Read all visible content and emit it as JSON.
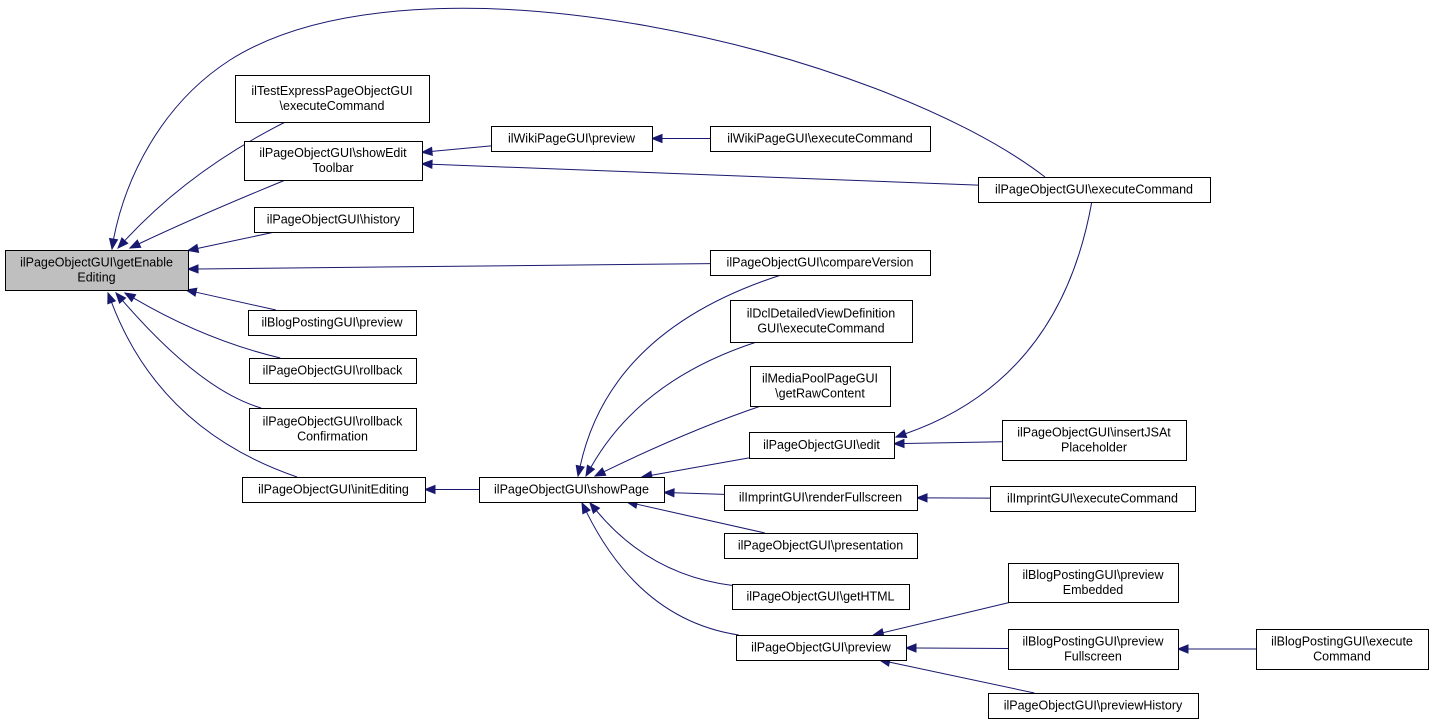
{
  "colors": {
    "edge": "#191970",
    "root_fill": "#bfbfbf",
    "node_fill": "#ffffff",
    "border": "#000000"
  },
  "nodes": [
    {
      "id": "root",
      "lines": [
        "ilPageObjectGUI\\getEnable",
        "Editing"
      ],
      "root": true
    },
    {
      "id": "testexp",
      "lines": [
        "ilTestExpressPageObjectGUI",
        "\\executeCommand"
      ]
    },
    {
      "id": "showedit",
      "lines": [
        "ilPageObjectGUI\\showEdit",
        "Toolbar"
      ]
    },
    {
      "id": "history",
      "lines": [
        "ilPageObjectGUI\\history"
      ]
    },
    {
      "id": "blogprev",
      "lines": [
        "ilBlogPostingGUI\\preview"
      ]
    },
    {
      "id": "rollback",
      "lines": [
        "ilPageObjectGUI\\rollback"
      ]
    },
    {
      "id": "rollbackconf",
      "lines": [
        "ilPageObjectGUI\\rollback",
        "Confirmation"
      ]
    },
    {
      "id": "initedit",
      "lines": [
        "ilPageObjectGUI\\initEditing"
      ]
    },
    {
      "id": "wikiprev",
      "lines": [
        "ilWikiPageGUI\\preview"
      ]
    },
    {
      "id": "wikiexec",
      "lines": [
        "ilWikiPageGUI\\executeCommand"
      ]
    },
    {
      "id": "pogexec",
      "lines": [
        "ilPageObjectGUI\\executeCommand"
      ]
    },
    {
      "id": "compare",
      "lines": [
        "ilPageObjectGUI\\compareVersion"
      ]
    },
    {
      "id": "showpage",
      "lines": [
        "ilPageObjectGUI\\showPage"
      ]
    },
    {
      "id": "dcl",
      "lines": [
        "ilDclDetailedViewDefinition",
        "GUI\\executeCommand"
      ]
    },
    {
      "id": "mediapool",
      "lines": [
        "ilMediaPoolPageGUI",
        "\\getRawContent"
      ]
    },
    {
      "id": "edit",
      "lines": [
        "ilPageObjectGUI\\edit"
      ]
    },
    {
      "id": "insertjs",
      "lines": [
        "ilPageObjectGUI\\insertJSAt",
        "Placeholder"
      ]
    },
    {
      "id": "imprintrender",
      "lines": [
        "ilImprintGUI\\renderFullscreen"
      ]
    },
    {
      "id": "imprintexec",
      "lines": [
        "ilImprintGUI\\executeCommand"
      ]
    },
    {
      "id": "presentation",
      "lines": [
        "ilPageObjectGUI\\presentation"
      ]
    },
    {
      "id": "gethtml",
      "lines": [
        "ilPageObjectGUI\\getHTML"
      ]
    },
    {
      "id": "pogpreview",
      "lines": [
        "ilPageObjectGUI\\preview"
      ]
    },
    {
      "id": "blogembed",
      "lines": [
        "ilBlogPostingGUI\\preview",
        "Embedded"
      ]
    },
    {
      "id": "blogfull",
      "lines": [
        "ilBlogPostingGUI\\preview",
        "Fullscreen"
      ]
    },
    {
      "id": "blogexec",
      "lines": [
        "ilBlogPostingGUI\\execute",
        "Command"
      ]
    },
    {
      "id": "previewhist",
      "lines": [
        "ilPageObjectGUI\\previewHistory"
      ]
    }
  ],
  "edges": [
    {
      "from": "testexp",
      "to": "root"
    },
    {
      "from": "showedit",
      "to": "root"
    },
    {
      "from": "history",
      "to": "root"
    },
    {
      "from": "compare",
      "to": "root"
    },
    {
      "from": "blogprev",
      "to": "root"
    },
    {
      "from": "rollback",
      "to": "root"
    },
    {
      "from": "rollbackconf",
      "to": "root"
    },
    {
      "from": "initedit",
      "to": "root"
    },
    {
      "from": "pogexec",
      "to": "root"
    },
    {
      "from": "wikiprev",
      "to": "showedit"
    },
    {
      "from": "pogexec",
      "to": "showedit"
    },
    {
      "from": "wikiexec",
      "to": "wikiprev"
    },
    {
      "from": "showpage",
      "to": "initedit"
    },
    {
      "from": "compare",
      "to": "showpage"
    },
    {
      "from": "dcl",
      "to": "showpage"
    },
    {
      "from": "mediapool",
      "to": "showpage"
    },
    {
      "from": "edit",
      "to": "showpage"
    },
    {
      "from": "imprintrender",
      "to": "showpage"
    },
    {
      "from": "presentation",
      "to": "showpage"
    },
    {
      "from": "gethtml",
      "to": "showpage"
    },
    {
      "from": "pogpreview",
      "to": "showpage"
    },
    {
      "from": "pogexec",
      "to": "edit"
    },
    {
      "from": "insertjs",
      "to": "edit"
    },
    {
      "from": "imprintexec",
      "to": "imprintrender"
    },
    {
      "from": "blogembed",
      "to": "pogpreview"
    },
    {
      "from": "blogfull",
      "to": "pogpreview"
    },
    {
      "from": "previewhist",
      "to": "pogpreview"
    },
    {
      "from": "blogexec",
      "to": "blogfull"
    }
  ]
}
